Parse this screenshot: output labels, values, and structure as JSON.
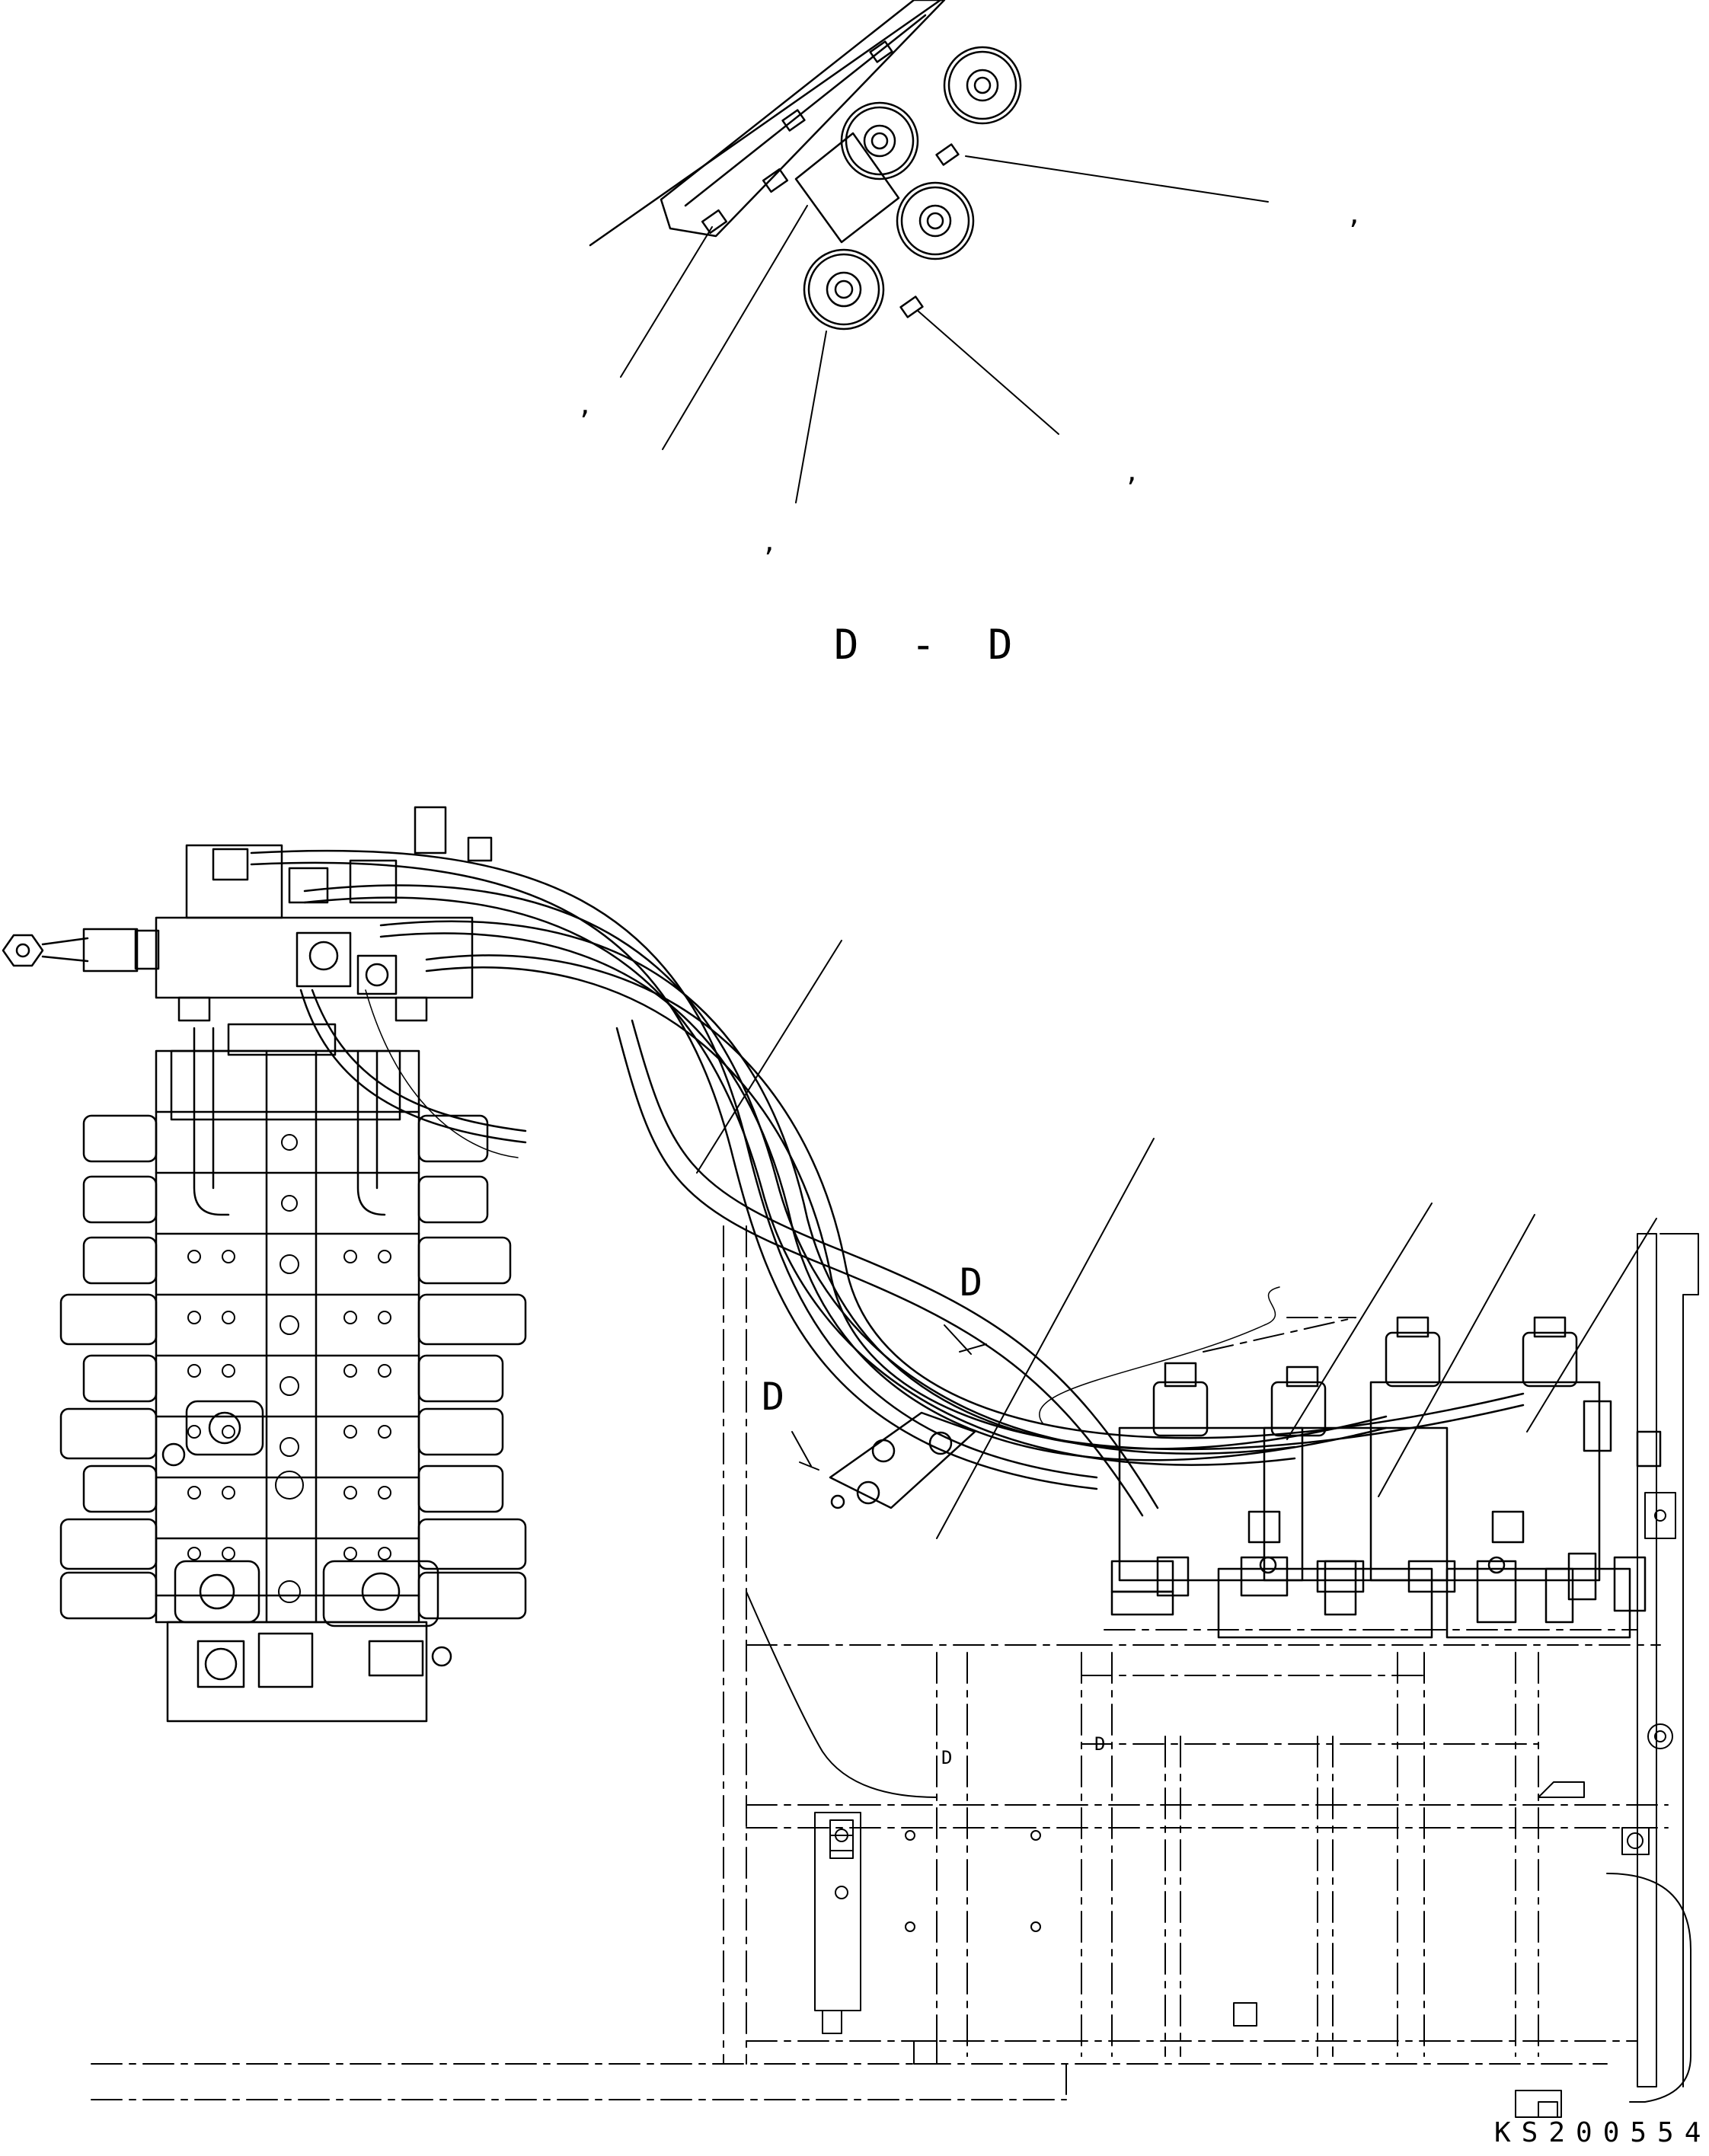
{
  "diagram": {
    "section_title": "D - D",
    "cut_marks": [
      "D",
      "D"
    ],
    "small_marks": [
      "D",
      "D"
    ],
    "callout_marks": [
      ",",
      ",",
      ",",
      ","
    ],
    "drawing_code": "KS200554"
  }
}
